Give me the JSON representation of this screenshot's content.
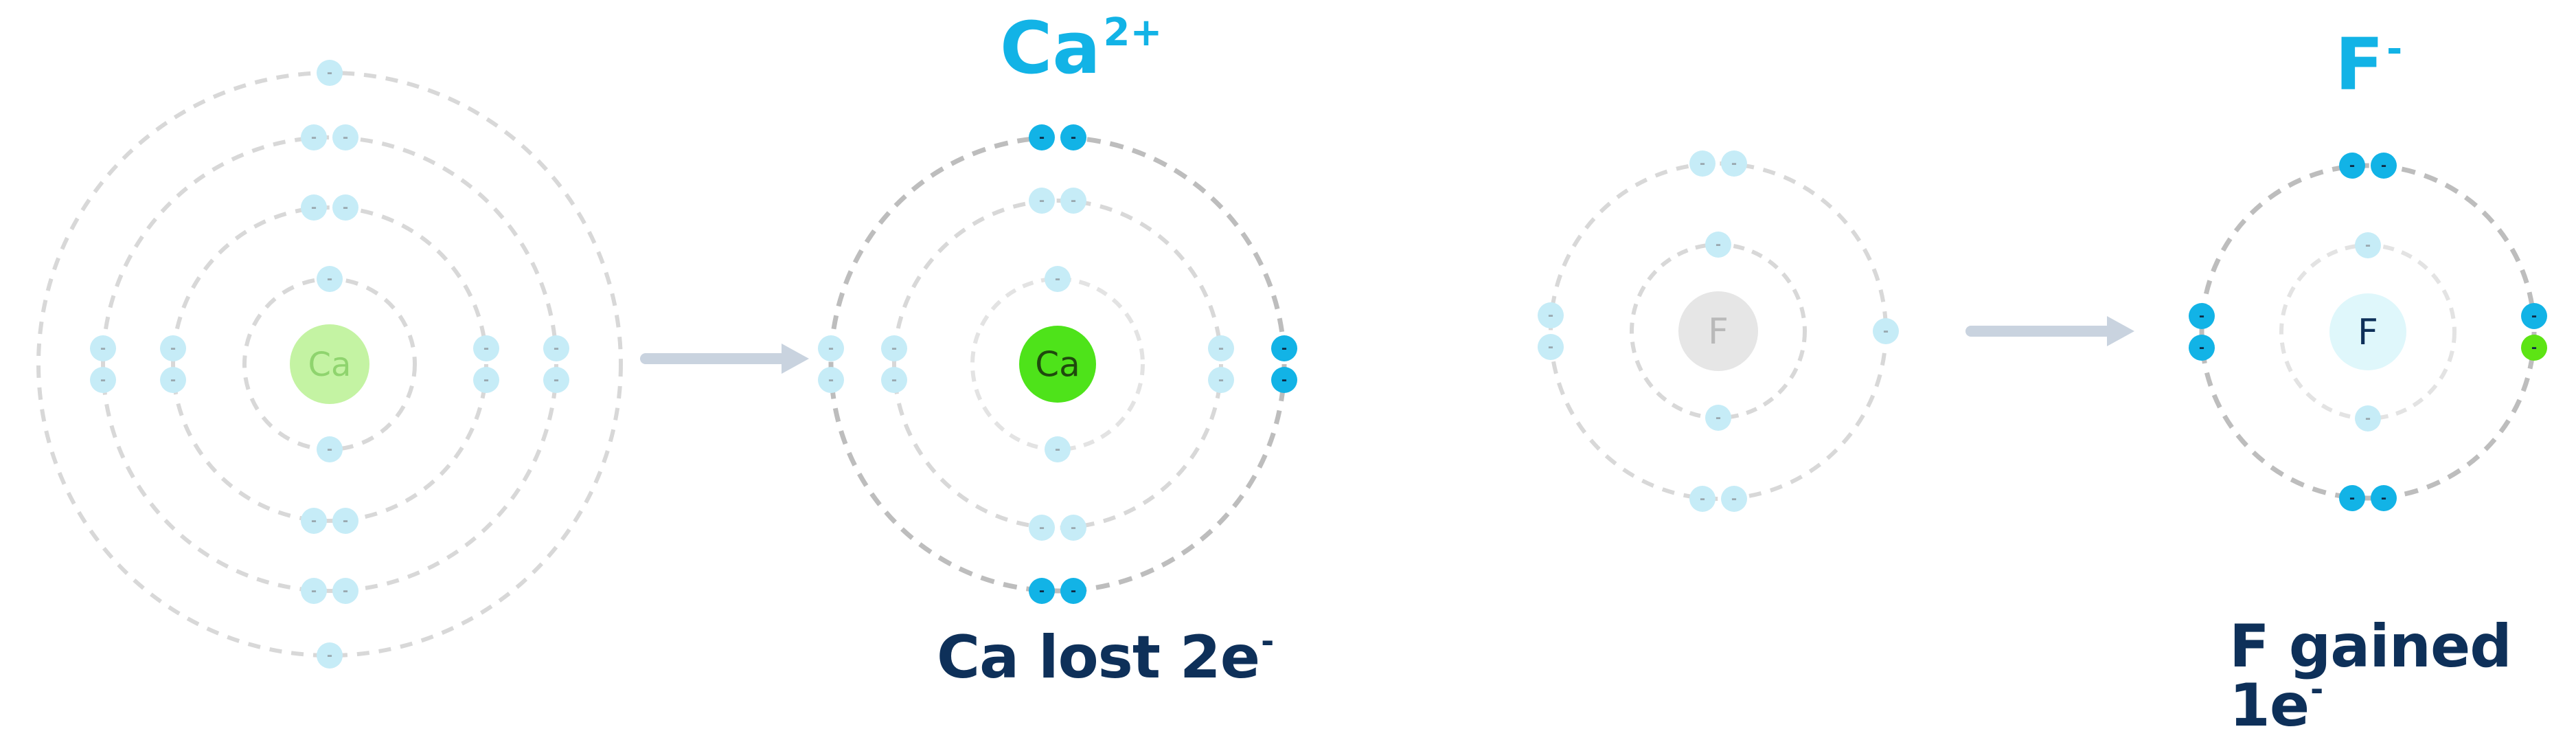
{
  "colors": {
    "shell_faded": "#d8d8d8",
    "shell_active": "#bdbdbd",
    "electron_faded": "#c6ecf7",
    "electron_active": "#12b3e6",
    "electron_gained": "#5de414",
    "electron_minus_faded": "#9aa9b0",
    "electron_minus_active": "#0e2a45",
    "arrow": "#c9d3df",
    "title": "#12b3e6",
    "caption": "#0e3059",
    "ca_nucleus_faded": "#c4f3a3",
    "ca_nucleus_active": "#4ee31a",
    "f_nucleus_faded": "#e6e6e6",
    "f_nucleus_active": "#dff7fb"
  },
  "titles": {
    "calcium_ion": {
      "symbol": "Ca",
      "charge": "2+"
    },
    "fluoride_ion": {
      "symbol": "F",
      "charge": "-"
    }
  },
  "captions": {
    "calcium": {
      "text": "Ca lost 2e",
      "sup": "-"
    },
    "fluorine": {
      "text": "F gained 1e",
      "sup": "-"
    }
  },
  "atoms": {
    "ca_atom": {
      "nucleus_label": "Ca",
      "shell_electrons": [
        2,
        8,
        8,
        2
      ],
      "state": "atom"
    },
    "ca_ion": {
      "nucleus_label": "Ca",
      "shell_electrons": [
        2,
        8,
        8
      ],
      "state": "ion"
    },
    "f_atom": {
      "nucleus_label": "F",
      "shell_electrons": [
        2,
        7
      ],
      "state": "atom"
    },
    "f_ion": {
      "nucleus_label": "F",
      "shell_electrons": [
        2,
        8
      ],
      "gained_electrons": 1,
      "state": "ion"
    }
  },
  "electron_symbol": "-"
}
